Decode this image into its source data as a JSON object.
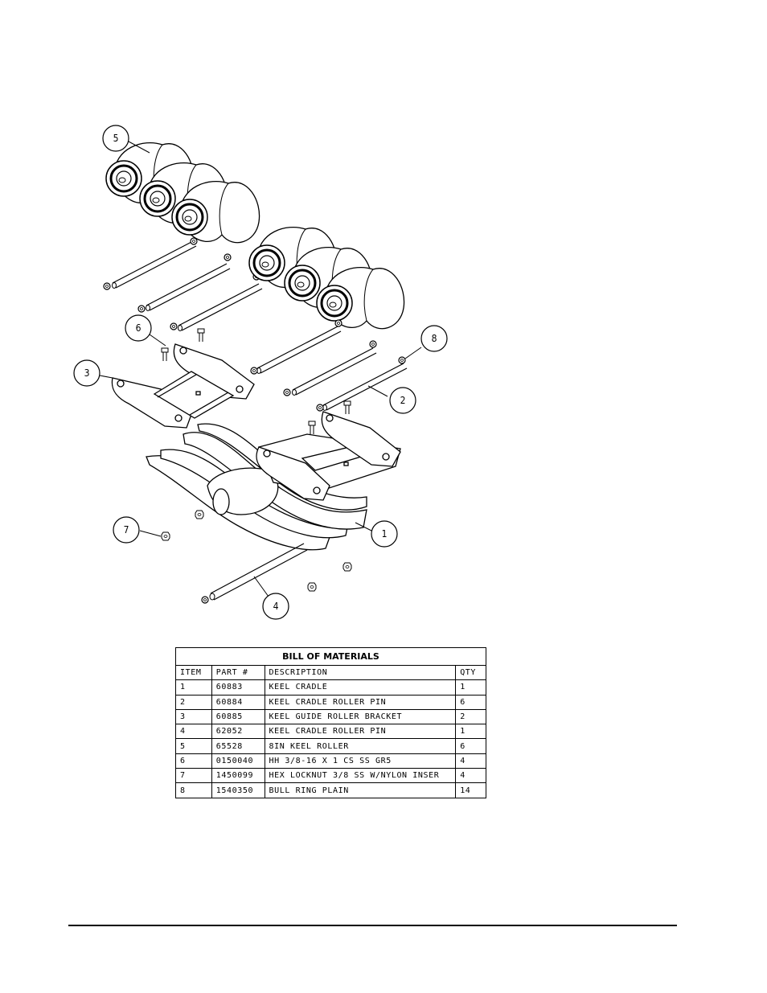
{
  "callouts": [
    "1",
    "2",
    "3",
    "4",
    "5",
    "6",
    "7",
    "8"
  ],
  "bom": {
    "title": "BILL OF MATERIALS",
    "headers": [
      "ITEM",
      "PART #",
      "DESCRIPTION",
      "QTY"
    ],
    "rows": [
      [
        "1",
        "60883",
        "KEEL CRADLE",
        "1"
      ],
      [
        "2",
        "60884",
        "KEEL CRADLE ROLLER PIN",
        "6"
      ],
      [
        "3",
        "60885",
        "KEEL GUIDE ROLLER BRACKET",
        "2"
      ],
      [
        "4",
        "62052",
        "KEEL CRADLE ROLLER PIN",
        "1"
      ],
      [
        "5",
        "65528",
        "8IN KEEL ROLLER",
        "6"
      ],
      [
        "6",
        "0150040",
        "HH 3/8-16 X 1 CS SS GR5",
        "4"
      ],
      [
        "7",
        "1450099",
        "HEX LOCKNUT 3/8 SS W/NYLON INSER",
        "4"
      ],
      [
        "8",
        "1540350",
        "BULL RING PLAIN",
        "14"
      ]
    ]
  }
}
